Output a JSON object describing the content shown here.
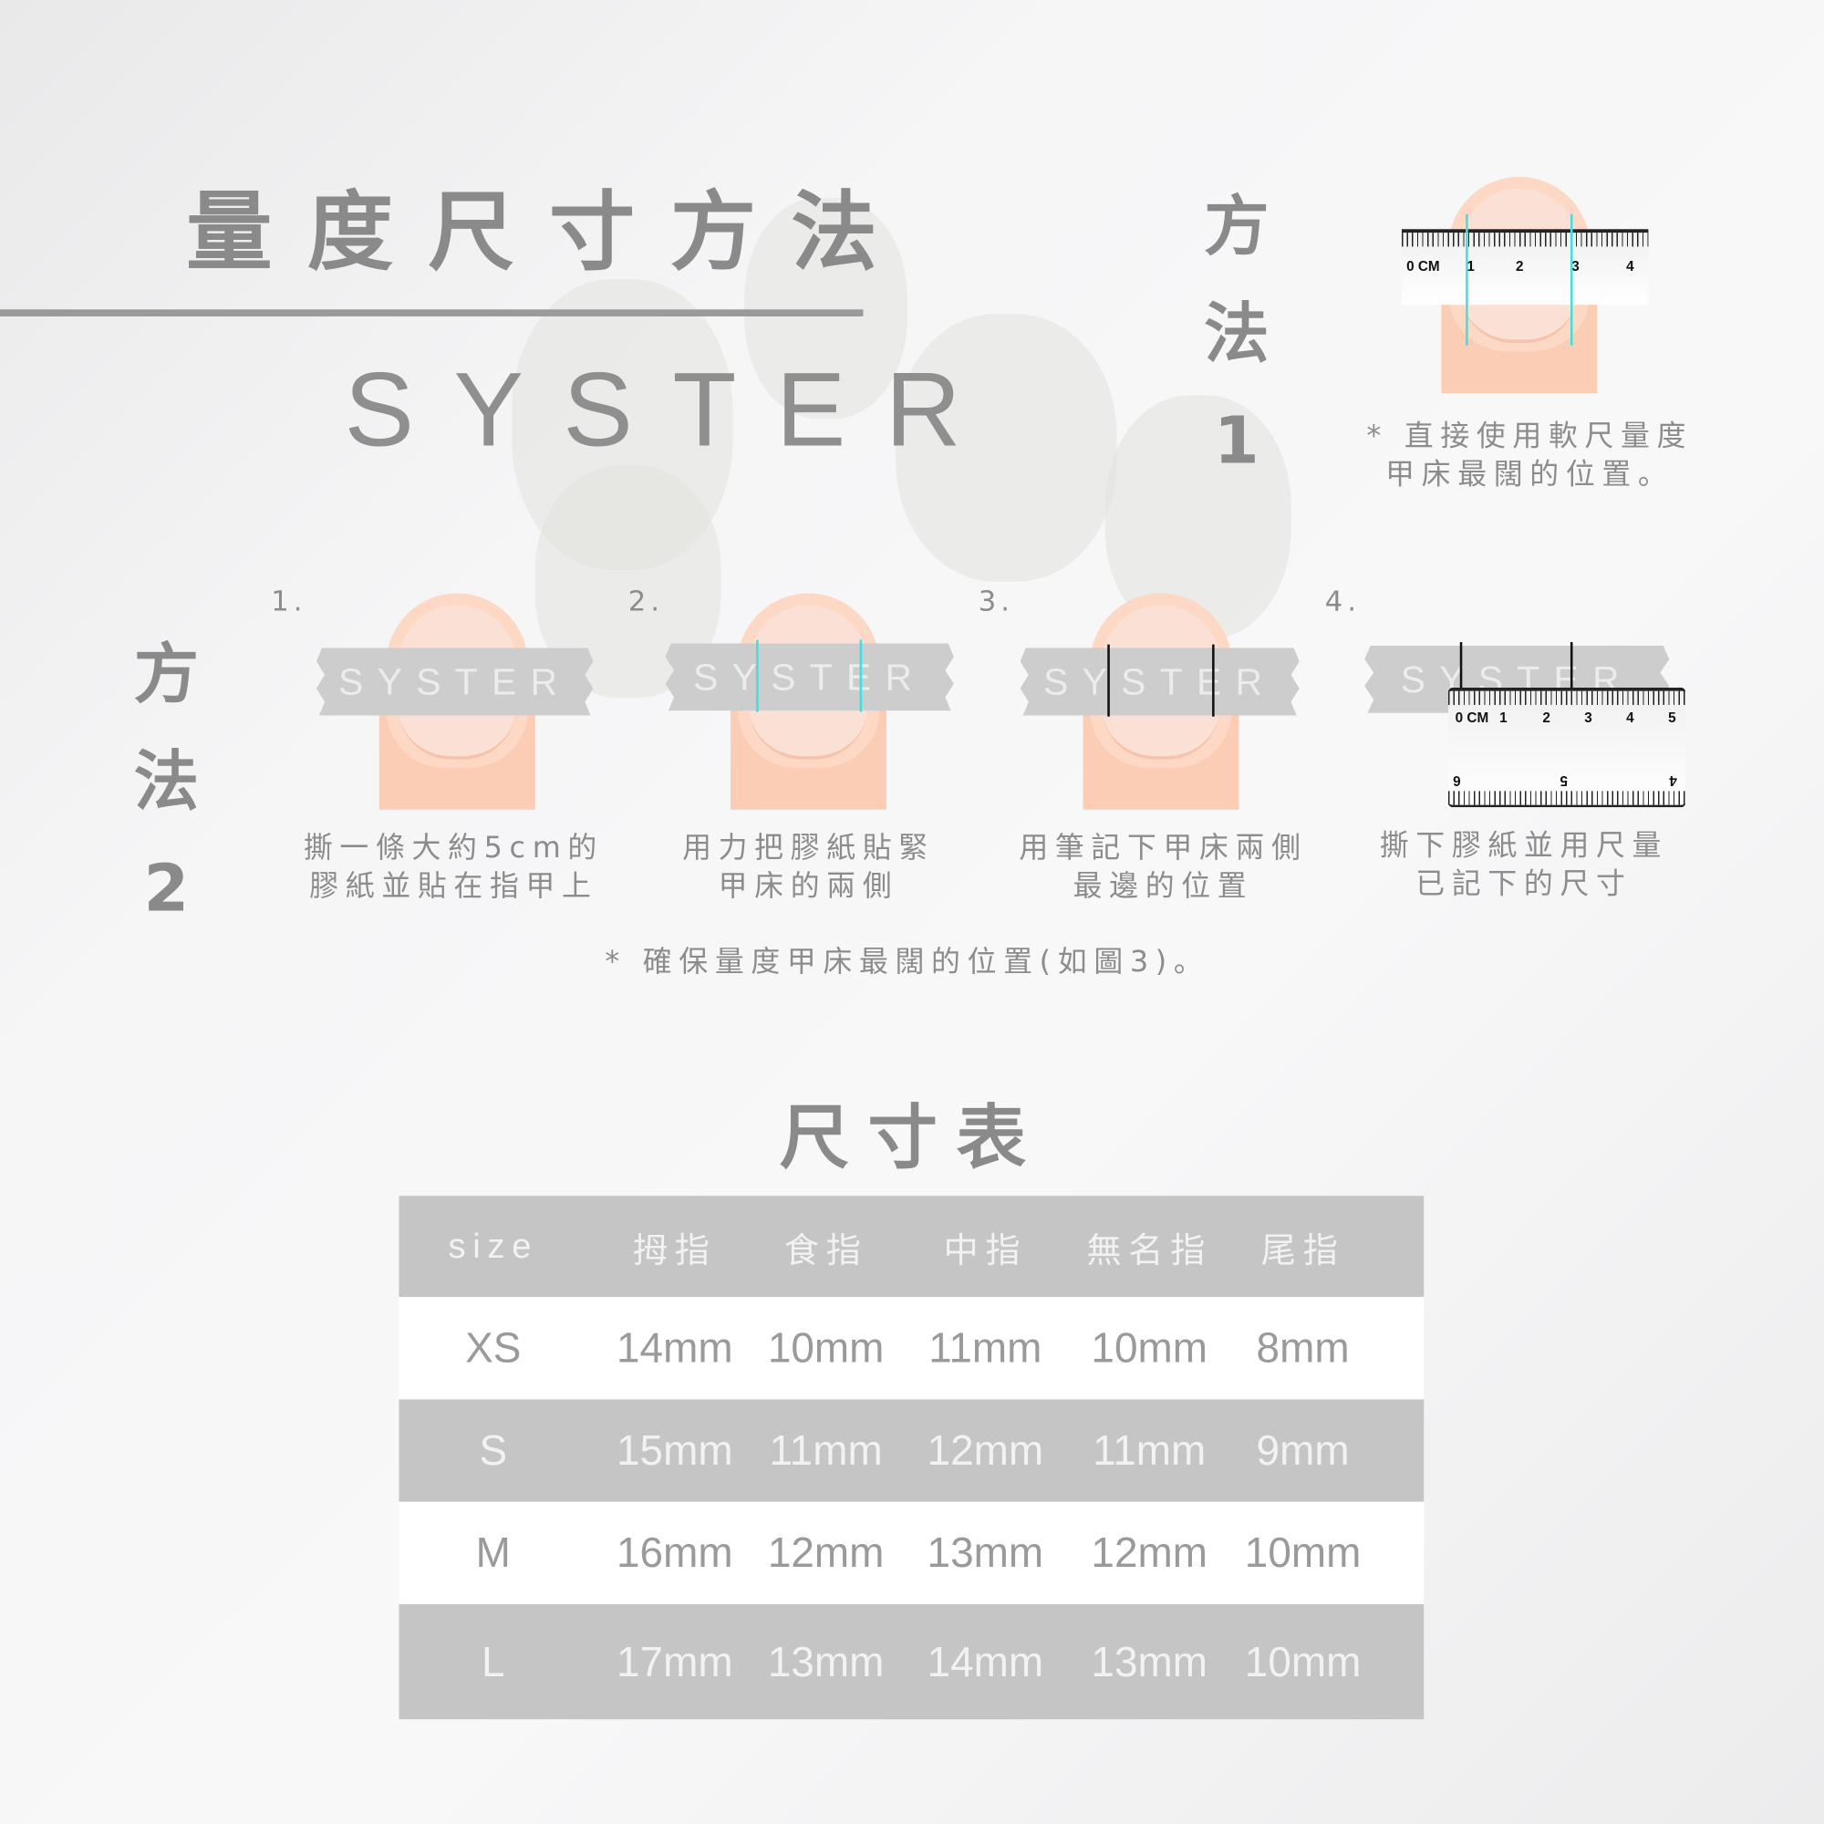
{
  "header": {
    "title": "量度尺寸方法",
    "brand": "SYSTER"
  },
  "method1": {
    "label": [
      "方",
      "法",
      "1"
    ],
    "ruler_numbers": [
      "0 CM",
      "1",
      "2",
      "3",
      "4"
    ],
    "caption": [
      "* 直接使用軟尺量度",
      "甲床最闊的位置。"
    ]
  },
  "method2": {
    "label": [
      "方",
      "法",
      "2"
    ],
    "tape_text": "SYSTER",
    "steps": [
      {
        "number": "1.",
        "caption": [
          "撕一條大約5cm的",
          "膠紙並貼在指甲上"
        ]
      },
      {
        "number": "2.",
        "caption": [
          "用力把膠紙貼緊",
          "甲床的兩側"
        ]
      },
      {
        "number": "3.",
        "caption": [
          "用筆記下甲床兩側",
          "最邊的位置"
        ]
      },
      {
        "number": "4.",
        "caption": [
          "撕下膠紙並用尺量",
          "已記下的尺寸"
        ]
      }
    ],
    "ruler_numbers_top": [
      "0 CM",
      "1",
      "2",
      "3",
      "4",
      "5"
    ],
    "ruler_numbers_bottom": [
      "6",
      "5",
      "4"
    ],
    "note": "* 確保量度甲床最闊的位置(如圖3)。"
  },
  "size_chart": {
    "title": "尺寸表",
    "headers": [
      "size",
      "拇指",
      "食指",
      "中指",
      "無名指",
      "尾指"
    ],
    "rows": [
      [
        "XS",
        "14mm",
        "10mm",
        "11mm",
        "10mm",
        "8mm"
      ],
      [
        "S",
        "15mm",
        "11mm",
        "12mm",
        "11mm",
        "9mm"
      ],
      [
        "M",
        "16mm",
        "12mm",
        "13mm",
        "12mm",
        "10mm"
      ],
      [
        "L",
        "17mm",
        "13mm",
        "14mm",
        "13mm",
        "10mm"
      ]
    ]
  },
  "colors": {
    "mark_cyan": "#3fe0e0",
    "mark_black": "#111111",
    "skin": "#fbcdb5",
    "row_gray": "#c5c5c5"
  }
}
